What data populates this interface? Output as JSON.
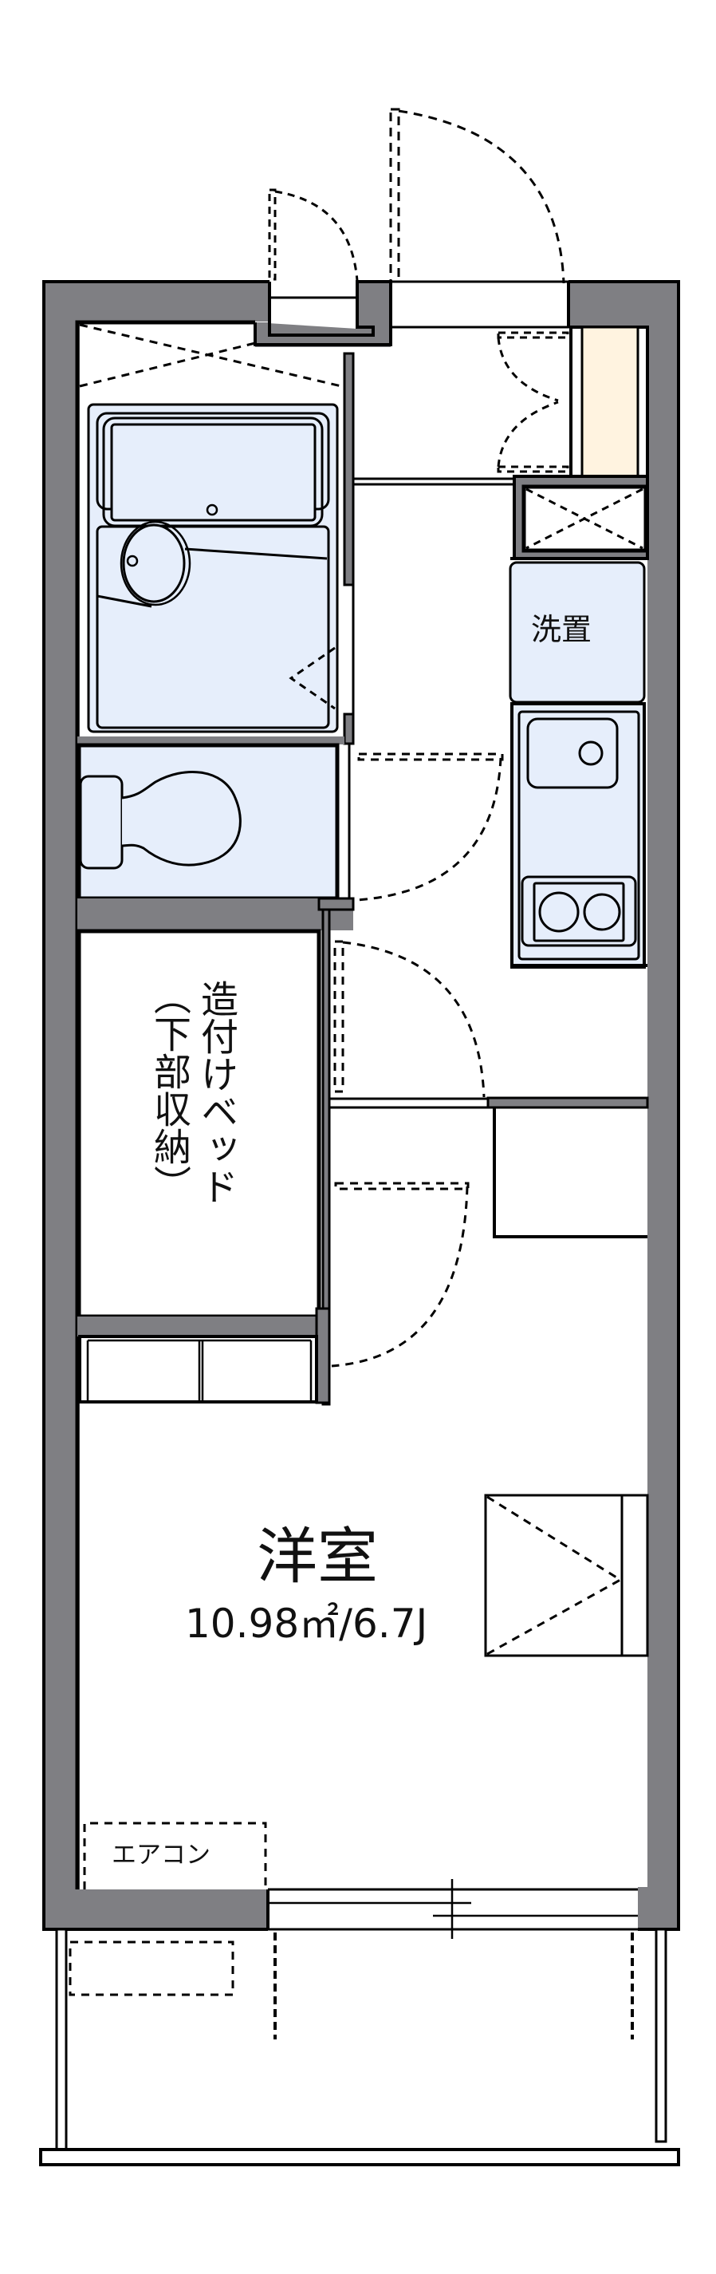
{
  "floorplan": {
    "colors": {
      "wall": "#7f7f83",
      "outline": "#000000",
      "wet_area": "#e6eefb",
      "shoe_cabinet": "#fff3e0",
      "background": "#ffffff"
    },
    "rooms": {
      "western_room": {
        "name": "洋室",
        "area": "10.98㎡/6.7J"
      },
      "laundry": {
        "name": "洗置"
      },
      "built_in_bed": {
        "line1": "造付けベッド",
        "line2": "（下部収納）"
      },
      "air_conditioner": {
        "name": "エアコン"
      }
    }
  }
}
